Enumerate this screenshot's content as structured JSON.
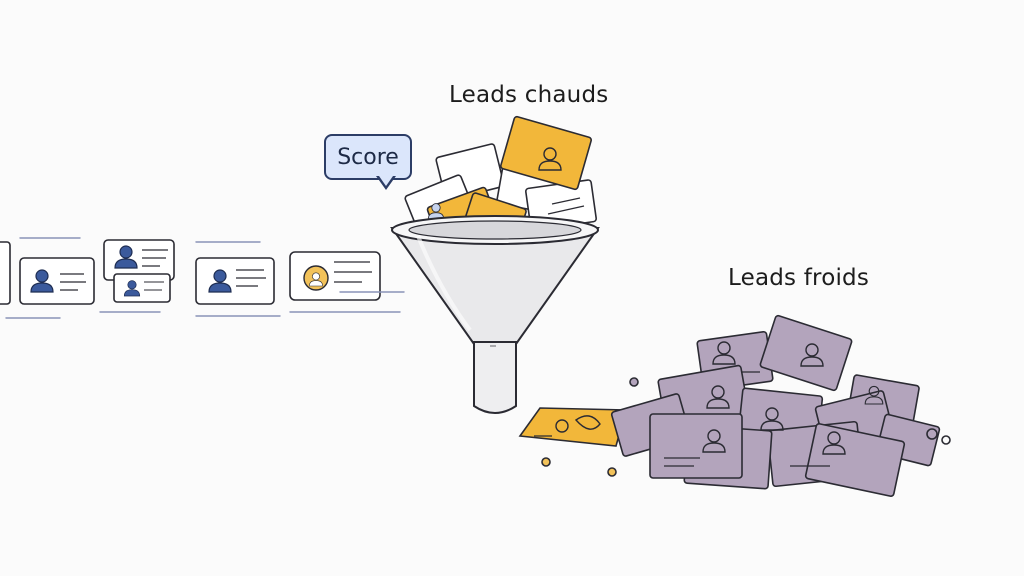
{
  "diagram": {
    "hot_leads_label": "Leads chauds",
    "cold_leads_label": "Leads froids",
    "score_label": "Score"
  },
  "colors": {
    "hot_card": "#f2b73a",
    "cold_card": "#b3a4bc",
    "incoming_card": "#ffffff",
    "funnel": "#e9e9eb",
    "outline": "#2b2b33",
    "bubble_fill": "#dbe6fb"
  },
  "icons": {
    "funnel": "funnel-icon",
    "lead_card": "contact-card-icon",
    "person": "person-icon"
  }
}
